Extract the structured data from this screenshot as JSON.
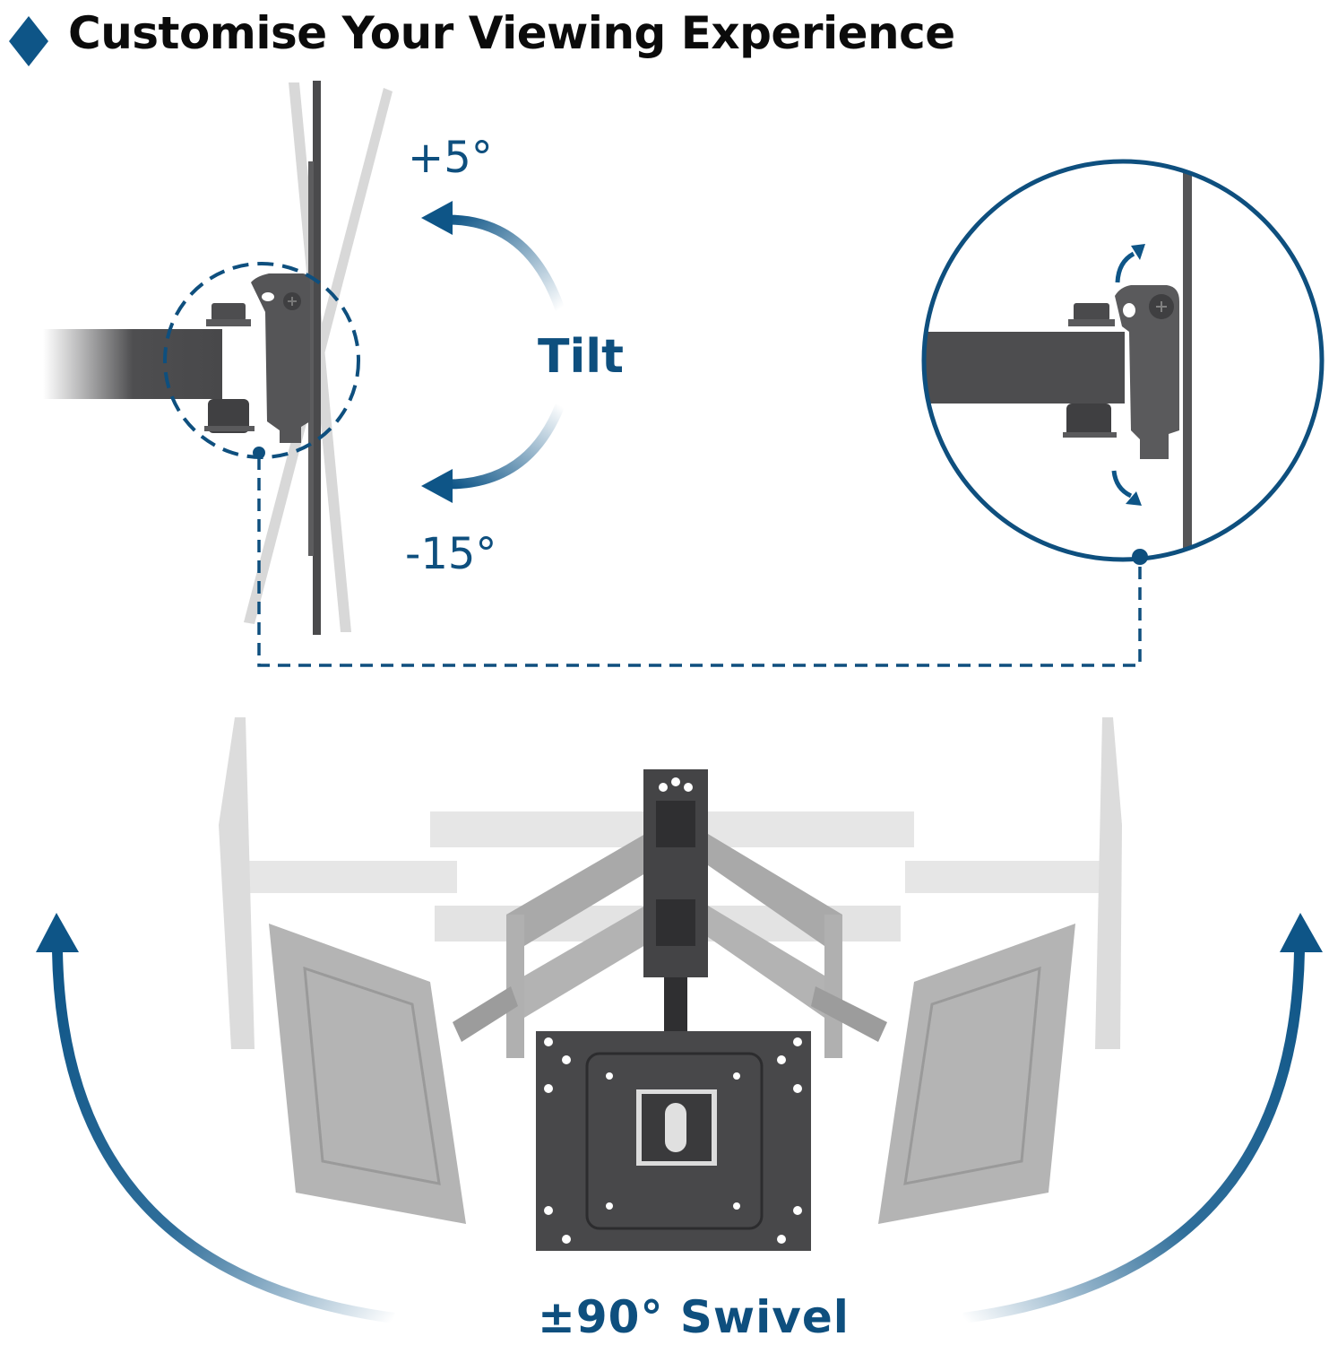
{
  "header": {
    "title": "Customise Your Viewing Experience",
    "bullet_icon": "diamond-icon"
  },
  "tilt_section": {
    "up_angle_label": "+5°",
    "feature_label": "Tilt",
    "down_angle_label": "-15°",
    "icons": [
      "tilt-up-arrow-icon",
      "tilt-down-arrow-icon",
      "detail-callout-dashed-circle",
      "zoom-detail-circle"
    ]
  },
  "swivel_section": {
    "feature_label": "±90° Swivel",
    "icons": [
      "swivel-left-arrow-icon",
      "swivel-right-arrow-icon"
    ]
  },
  "colors": {
    "accent": "#0e4f7e",
    "title_text": "#0b0b0b",
    "mount_dark": "#4a4a4c",
    "mount_ghost": "#c8c8c8",
    "background": "#ffffff"
  }
}
